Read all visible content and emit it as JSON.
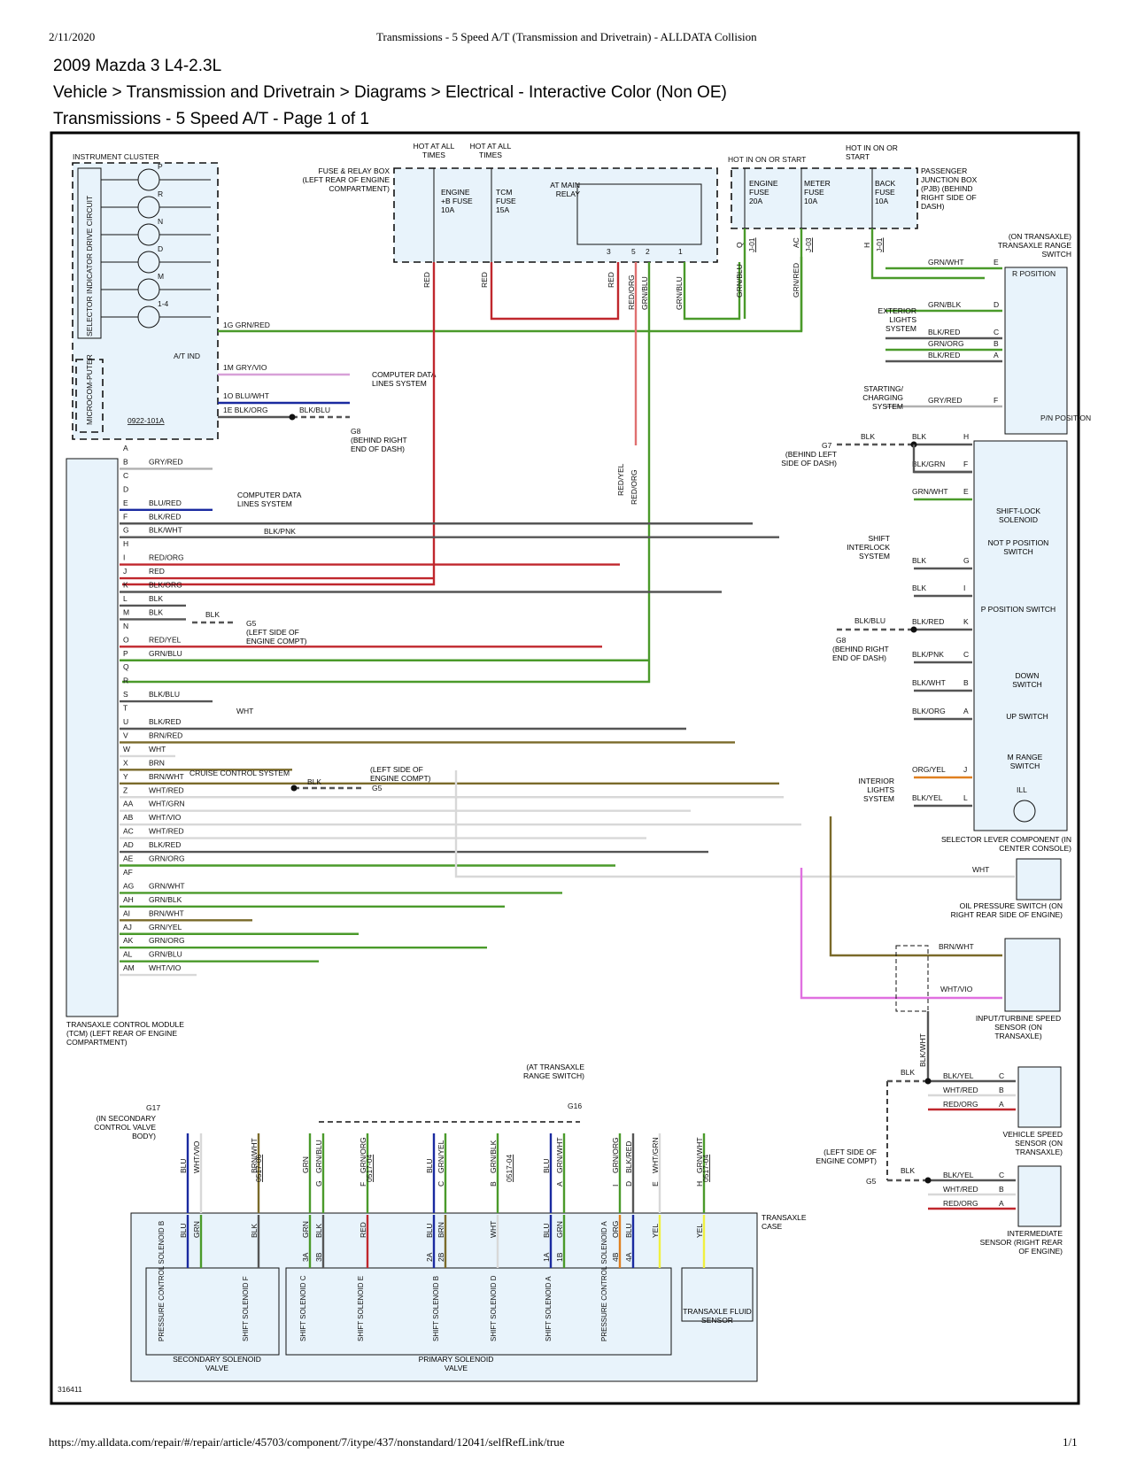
{
  "header": {
    "date": "2/11/2020",
    "doc_title": "Transmissions - 5 Speed A/T (Transmission and Drivetrain) - ALLDATA Collision",
    "vehicle": "2009 Mazda 3 L4-2.3L",
    "breadcrumb": "Vehicle > Transmission and Drivetrain > Diagrams > Electrical - Interactive Color (Non OE)",
    "page_title": "Transmissions - 5 Speed A/T - Page 1 of 1"
  },
  "footer": {
    "url": "https://my.alldata.com/repair/#/repair/article/45703/component/7/itype/437/nonstandard/12041/selfRefLink/true",
    "page": "1/1"
  },
  "diagram": {
    "id": "316411",
    "colors": {
      "RED": "#c0272d",
      "GRN": "#4a9a2a",
      "BLU": "#1a2aa0",
      "BLK": "#555555",
      "WHT": "#d8d8d8",
      "BRN": "#7a6a2a",
      "YEL": "#f0f040",
      "ORG": "#e08020",
      "VIO": "#e070e0",
      "GRY": "#b0b0b0"
    },
    "instrument_cluster": {
      "title": "INSTRUMENT CLUSTER",
      "drive_circuit": "SELECTOR INDICATOR DRIVE CIRCUIT",
      "microcomputer": "MICROCOM-PUTER",
      "indicators": [
        "P",
        "R",
        "N",
        "D",
        "M",
        "1-4"
      ],
      "at_ind": "A/T IND",
      "pins": [
        {
          "pin": "1G",
          "wire": "GRN/RED"
        },
        {
          "pin": "1M",
          "wire": "GRY/VIO"
        },
        {
          "pin": "1O",
          "wire": "BLU/WHT"
        },
        {
          "pin": "1E",
          "wire": "BLK/ORG"
        }
      ],
      "connector": "0922-101A",
      "ground_wire": "BLK/BLU",
      "ground": "G8",
      "ground_location": "(BEHIND RIGHT END OF DASH)",
      "data_lines": "COMPUTER DATA LINES SYSTEM"
    },
    "fuse_relay_box": {
      "title": "FUSE & RELAY BOX (LEFT REAR OF ENGINE COMPARTMENT)",
      "hot1": "HOT AT ALL TIMES",
      "hot2": "HOT AT ALL TIMES",
      "fuse1": "ENGINE +B FUSE 10A",
      "fuse2": "TCM FUSE 15A",
      "relay": "AT MAIN RELAY",
      "relay_pins": [
        "3",
        "5",
        "2",
        "1"
      ],
      "wires": [
        "RED",
        "RED",
        "RED",
        "RED/ORG",
        "GRN/BLU",
        "GRN/BLU"
      ]
    },
    "pjb": {
      "title": "PASSENGER JUNCTION BOX (PJB) (BEHIND RIGHT SIDE OF DASH)",
      "hot1": "HOT IN ON OR START",
      "hot2": "HOT IN ON OR START",
      "fuses": [
        "ENGINE FUSE 20A",
        "METER FUSE 10A",
        "BACK FUSE 10A"
      ],
      "pins": [
        {
          "pin": "Q",
          "conn": "J-01",
          "wire": "GRN/BLU"
        },
        {
          "pin": "AC",
          "conn": "J-03",
          "wire": "GRN/RED"
        },
        {
          "pin": "H",
          "conn": "J-01",
          "wire": ""
        }
      ]
    },
    "range_switch": {
      "title": "(ON TRANSAXLE) TRANSAXLE RANGE SWITCH",
      "r_position": "R POSITION",
      "pn_position": "P/N POSITION",
      "pins": [
        {
          "pin": "E",
          "wire": "GRN/WHT"
        },
        {
          "pin": "D",
          "wire": "GRN/BLK"
        },
        {
          "pin": "C",
          "wire": "BLK/RED"
        },
        {
          "pin": "B",
          "wire": "GRN/ORG"
        },
        {
          "pin": "A",
          "wire": "BLK/RED"
        },
        {
          "pin": "F",
          "wire": "GRY/RED"
        }
      ],
      "exterior_lights": "EXTERIOR LIGHTS SYSTEM",
      "starting_charging": "STARTING/ CHARGING SYSTEM"
    },
    "selector_lever": {
      "title": "SELECTOR LEVER COMPONENT (IN CENTER CONSOLE)",
      "pins": [
        {
          "pin": "H",
          "wire": "BLK"
        },
        {
          "pin": "F",
          "wire": "BLK/GRN"
        },
        {
          "pin": "E",
          "wire": "GRN/WHT"
        },
        {
          "pin": "G",
          "wire": "BLK"
        },
        {
          "pin": "I",
          "wire": "BLK"
        },
        {
          "pin": "K",
          "wire": "BLK/RED"
        },
        {
          "pin": "C",
          "wire": "BLK/PNK"
        },
        {
          "pin": "B",
          "wire": "BLK/WHT"
        },
        {
          "pin": "A",
          "wire": "BLK/ORG"
        },
        {
          "pin": "J",
          "wire": "ORG/YEL"
        },
        {
          "pin": "L",
          "wire": "BLK/YEL"
        }
      ],
      "parts": [
        "SHIFT-LOCK SOLENOID",
        "NOT P POSITION SWITCH",
        "P POSITION SWITCH",
        "DOWN SWITCH",
        "UP SWITCH",
        "M RANGE SWITCH",
        "ILL"
      ],
      "g7": "G7",
      "g7_location": "(BEHIND LEFT SIDE OF DASH)",
      "g7_wire": "BLK",
      "g8": "G8",
      "g8_location": "(BEHIND RIGHT END OF DASH)",
      "g8_wire": "BLK/BLU",
      "shift_interlock": "SHIFT INTERLOCK SYSTEM",
      "interior_lights": "INTERIOR LIGHTS SYSTEM"
    },
    "tcm": {
      "title": "TRANSAXLE CONTROL MODULE (TCM) (LEFT REAR OF ENGINE COMPARTMENT)",
      "pins": [
        {
          "pin": "A",
          "wire": ""
        },
        {
          "pin": "B",
          "wire": "GRY/RED"
        },
        {
          "pin": "C",
          "wire": ""
        },
        {
          "pin": "D",
          "wire": ""
        },
        {
          "pin": "E",
          "wire": "BLU/RED"
        },
        {
          "pin": "F",
          "wire": "BLK/RED"
        },
        {
          "pin": "G",
          "wire": "BLK/WHT"
        },
        {
          "pin": "H",
          "wire": ""
        },
        {
          "pin": "I",
          "wire": "RED/ORG"
        },
        {
          "pin": "J",
          "wire": "RED"
        },
        {
          "pin": "K",
          "wire": "BLK/ORG"
        },
        {
          "pin": "L",
          "wire": "BLK"
        },
        {
          "pin": "M",
          "wire": "BLK"
        },
        {
          "pin": "N",
          "wire": ""
        },
        {
          "pin": "O",
          "wire": "RED/YEL"
        },
        {
          "pin": "P",
          "wire": "GRN/BLU"
        },
        {
          "pin": "Q",
          "wire": ""
        },
        {
          "pin": "R",
          "wire": ""
        },
        {
          "pin": "S",
          "wire": "BLK/BLU"
        },
        {
          "pin": "T",
          "wire": ""
        },
        {
          "pin": "U",
          "wire": "BLK/RED"
        },
        {
          "pin": "V",
          "wire": "BRN/RED"
        },
        {
          "pin": "W",
          "wire": "WHT"
        },
        {
          "pin": "X",
          "wire": "BRN"
        },
        {
          "pin": "Y",
          "wire": "BRN/WHT"
        },
        {
          "pin": "Z",
          "wire": "WHT/RED"
        },
        {
          "pin": "AA",
          "wire": "WHT/GRN"
        },
        {
          "pin": "AB",
          "wire": "WHT/VIO"
        },
        {
          "pin": "AC",
          "wire": "WHT/RED"
        },
        {
          "pin": "AD",
          "wire": "BLK/RED"
        },
        {
          "pin": "AE",
          "wire": "GRN/ORG"
        },
        {
          "pin": "AF",
          "wire": ""
        },
        {
          "pin": "AG",
          "wire": "GRN/WHT"
        },
        {
          "pin": "AH",
          "wire": "GRN/BLK"
        },
        {
          "pin": "AI",
          "wire": "BRN/WHT"
        },
        {
          "pin": "AJ",
          "wire": "GRN/YEL"
        },
        {
          "pin": "AK",
          "wire": "GRN/ORG"
        },
        {
          "pin": "AL",
          "wire": "GRN/BLU"
        },
        {
          "pin": "AM",
          "wire": "WHT/VIO"
        }
      ],
      "f_splice": "BLK/PNK",
      "s_splice": "WHT",
      "lm_ground_wire": "BLK",
      "lm_ground": "G5",
      "lm_ground_location": "(LEFT SIDE OF ENGINE COMPT)",
      "x_ground_wire": "BLK",
      "x_ground": "G5",
      "x_ground_location": "(LEFT SIDE OF ENGINE COMPT)",
      "cruise": "CRUISE CONTROL SYSTEM",
      "data_lines": "COMPUTER DATA LINES SYSTEM",
      "harness_wires": [
        "RED/YEL",
        "RED/ORG"
      ]
    },
    "oil_pressure": {
      "title": "OIL PRESSURE SWITCH (ON RIGHT REAR SIDE OF ENGINE)",
      "wire": "WHT"
    },
    "turbine_sensor": {
      "title": "INPUT/TURBINE SPEED SENSOR (ON TRANSAXLE)",
      "wires": [
        "BRN/WHT",
        "WHT/VIO"
      ],
      "shield": "BLK/WHT"
    },
    "vss": {
      "title": "VEHICLE SPEED SENSOR (ON TRANSAXLE)",
      "pins": [
        {
          "pin": "C",
          "wire": "BLK/YEL"
        },
        {
          "pin": "B",
          "wire": "WHT/RED"
        },
        {
          "pin": "A",
          "wire": "RED/ORG"
        }
      ],
      "ground_wire": "BLK"
    },
    "intermediate_sensor": {
      "title": "INTERMEDIATE SENSOR (RIGHT REAR OF ENGINE)",
      "pins": [
        {
          "pin": "C",
          "wire": "BLK/YEL"
        },
        {
          "pin": "B",
          "wire": "WHT/RED"
        },
        {
          "pin": "A",
          "wire": "RED/ORG"
        }
      ],
      "ground_wire": "BLK",
      "ground": "G5",
      "ground_location": "(LEFT SIDE OF ENGINE COMPT)"
    },
    "transaxle_case": {
      "title": "TRANSAXLE CASE",
      "g17": "G17",
      "g17_location": "(IN SECONDARY CONTROL VALVE BODY)",
      "g16": "G16",
      "g16_location": "(AT TRANSAXLE RANGE SWITCH)",
      "harness_connectors": [
        "0517-06",
        "0517-04",
        "0517-04",
        "0517-04"
      ],
      "external_wires": [
        "BLU",
        "WHT/VIO",
        "BRN/WHT",
        "GRN",
        "GRN/BLU",
        "GRN/ORG",
        "BLU",
        "GRN/YEL",
        "GRN/BLK",
        "BLU",
        "GRN/WHT",
        "GRN/ORG",
        "BLK/RED",
        "WHT/GRN",
        "GRN/WHT"
      ],
      "external_pins": [
        "",
        "",
        "",
        "",
        "G",
        "F",
        "",
        "C",
        "B",
        "",
        "A",
        "I",
        "D",
        "E",
        "H"
      ],
      "internal_wires": [
        "BLU",
        "GRN",
        "BLK",
        "GRN",
        "BLK",
        "RED",
        "BLU",
        "BRN",
        "WHT",
        "BLU",
        "GRN",
        "ORG",
        "BLU",
        "YEL",
        "YEL"
      ],
      "internal_pins": [
        "",
        "",
        "",
        "3A",
        "3B",
        "",
        "2A",
        "2B",
        "",
        "1A",
        "1B",
        "4B",
        "4A",
        "",
        ""
      ],
      "solenoids": [
        "PRESSURE CONTROL SOLENOID B",
        "SHIFT SOLENOID F",
        "SHIFT SOLENOID C",
        "SHIFT SOLENOID E",
        "SHIFT SOLENOID B",
        "SHIFT SOLENOID D",
        "SHIFT SOLENOID A",
        "PRESSURE CONTROL SOLENOID A"
      ],
      "fluid_sensor": "TRANSAXLE FLUID SENSOR",
      "secondary_valve": "SECONDARY SOLENOID VALVE",
      "primary_valve": "PRIMARY SOLENOID VALVE"
    }
  }
}
